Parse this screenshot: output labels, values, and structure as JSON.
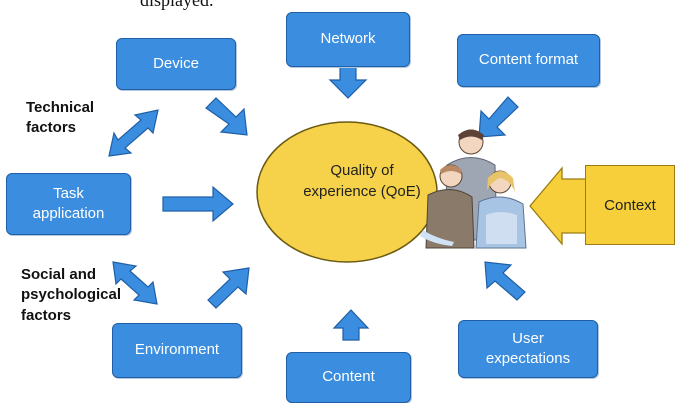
{
  "caption_fragment": "displayed.",
  "boxes": {
    "network": "Network",
    "device": "Device",
    "content_format": "Content format",
    "task_line1": "Task",
    "task_line2": "application",
    "environment": "Environment",
    "content": "Content",
    "user_line1": "User",
    "user_line2": "expectations"
  },
  "center": {
    "line1": "Quality of",
    "line2": "experience (QoE)"
  },
  "context": "Context",
  "labels": {
    "technical_line1": "Technical",
    "technical_line2": "factors",
    "social_line1": "Social and",
    "social_line2": "psychological",
    "social_line3": "factors"
  },
  "colors": {
    "box_fill": "#3a8ddf",
    "box_border": "#1f5fa6",
    "ellipse_fill": "#f5d24a",
    "context_fill": "#f6cf3b",
    "arrow_fill": "#3a8ddf"
  }
}
